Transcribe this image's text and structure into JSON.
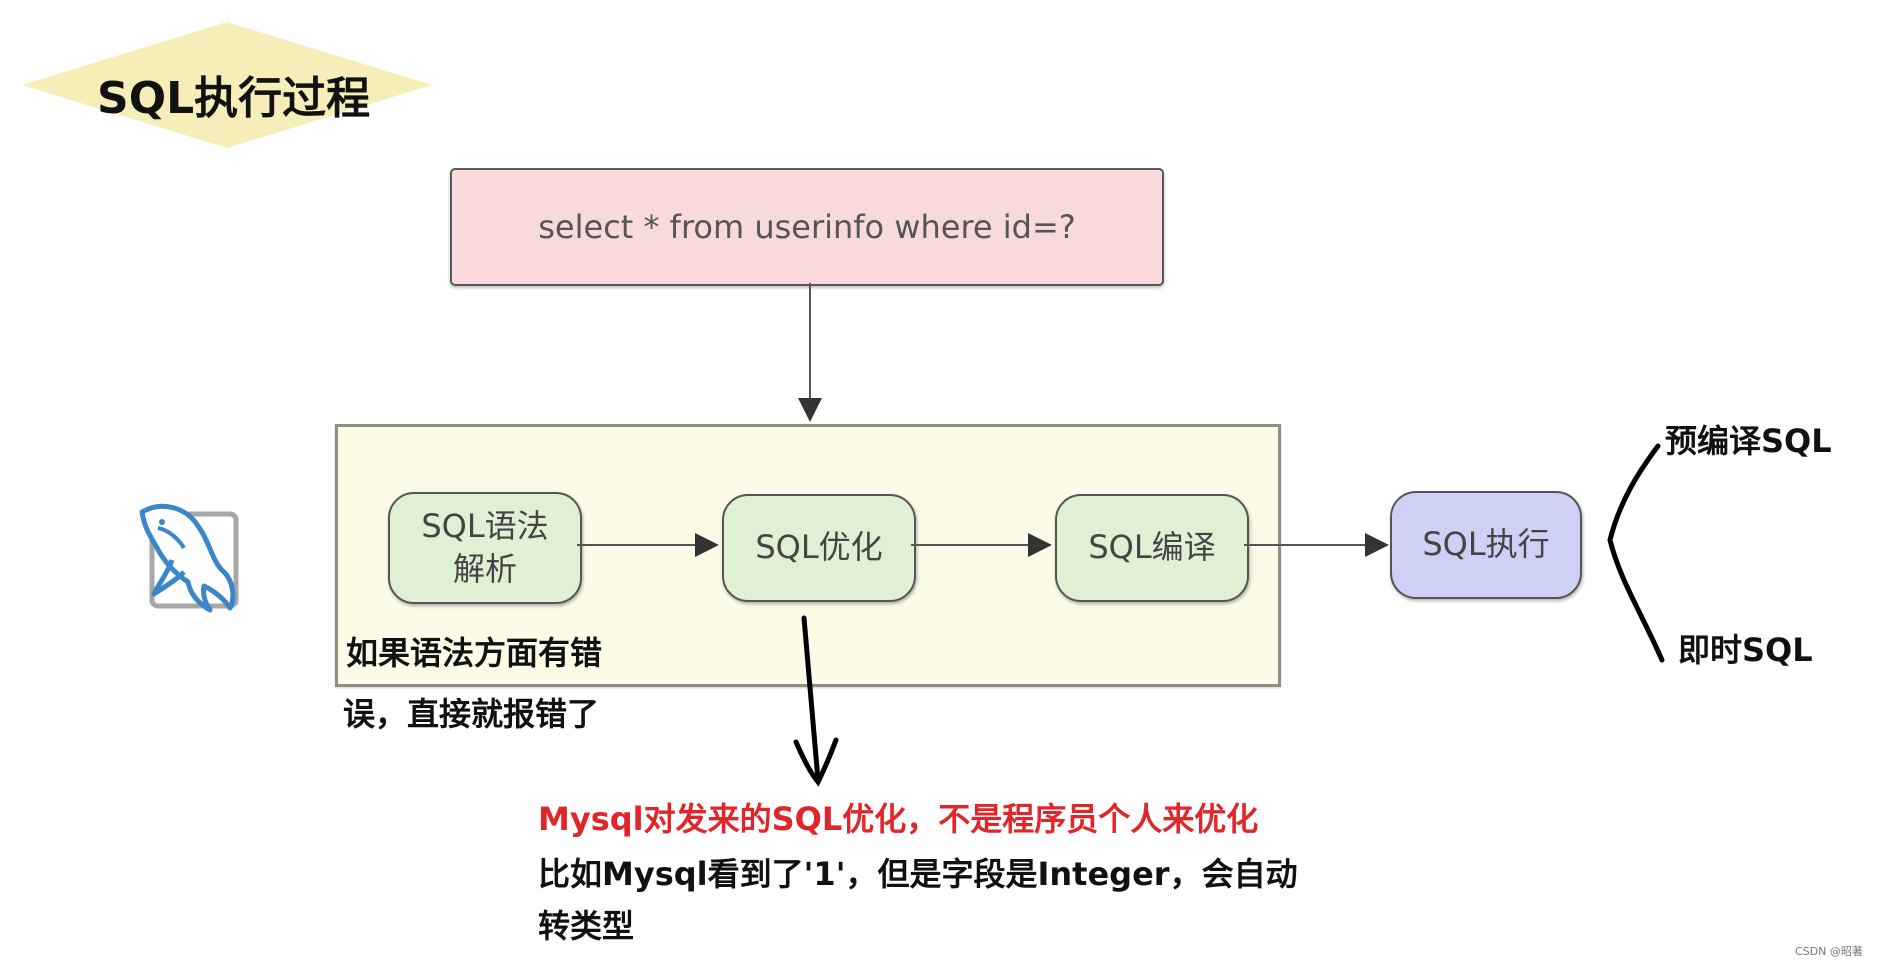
{
  "title": "SQL执行过程",
  "query": "select * from userinfo where id=?",
  "stages": [
    {
      "label_line1": "SQL语法",
      "label_line2": "解析"
    },
    {
      "label_line1": "SQL优化"
    },
    {
      "label_line1": "SQL编译"
    },
    {
      "label_line1": "SQL执行"
    }
  ],
  "branches": {
    "precompiled": "预编译SQL",
    "immediate": "即时SQL"
  },
  "syntax_note": {
    "line1": "如果语法方面有错",
    "line2": "误，直接就报错了"
  },
  "optimize_note": {
    "red_line": "Mysql对发来的SQL优化，不是程序员个人来优化",
    "line2": "比如Mysql看到了'1'，但是字段是Integer，会自动",
    "line3": "转类型"
  },
  "icon": "mysql-dolphin-icon",
  "watermark": "CSDN @昭著",
  "colors": {
    "title_diamond": "#f5eeb8",
    "query_box": "#f8dada",
    "pipeline_box": "#fbfbe8",
    "stage_green": "#dff0d5",
    "stage_purple": "#cfd0f5",
    "red_text": "#e1262a",
    "dolphin_blue": "#3a86c8"
  }
}
